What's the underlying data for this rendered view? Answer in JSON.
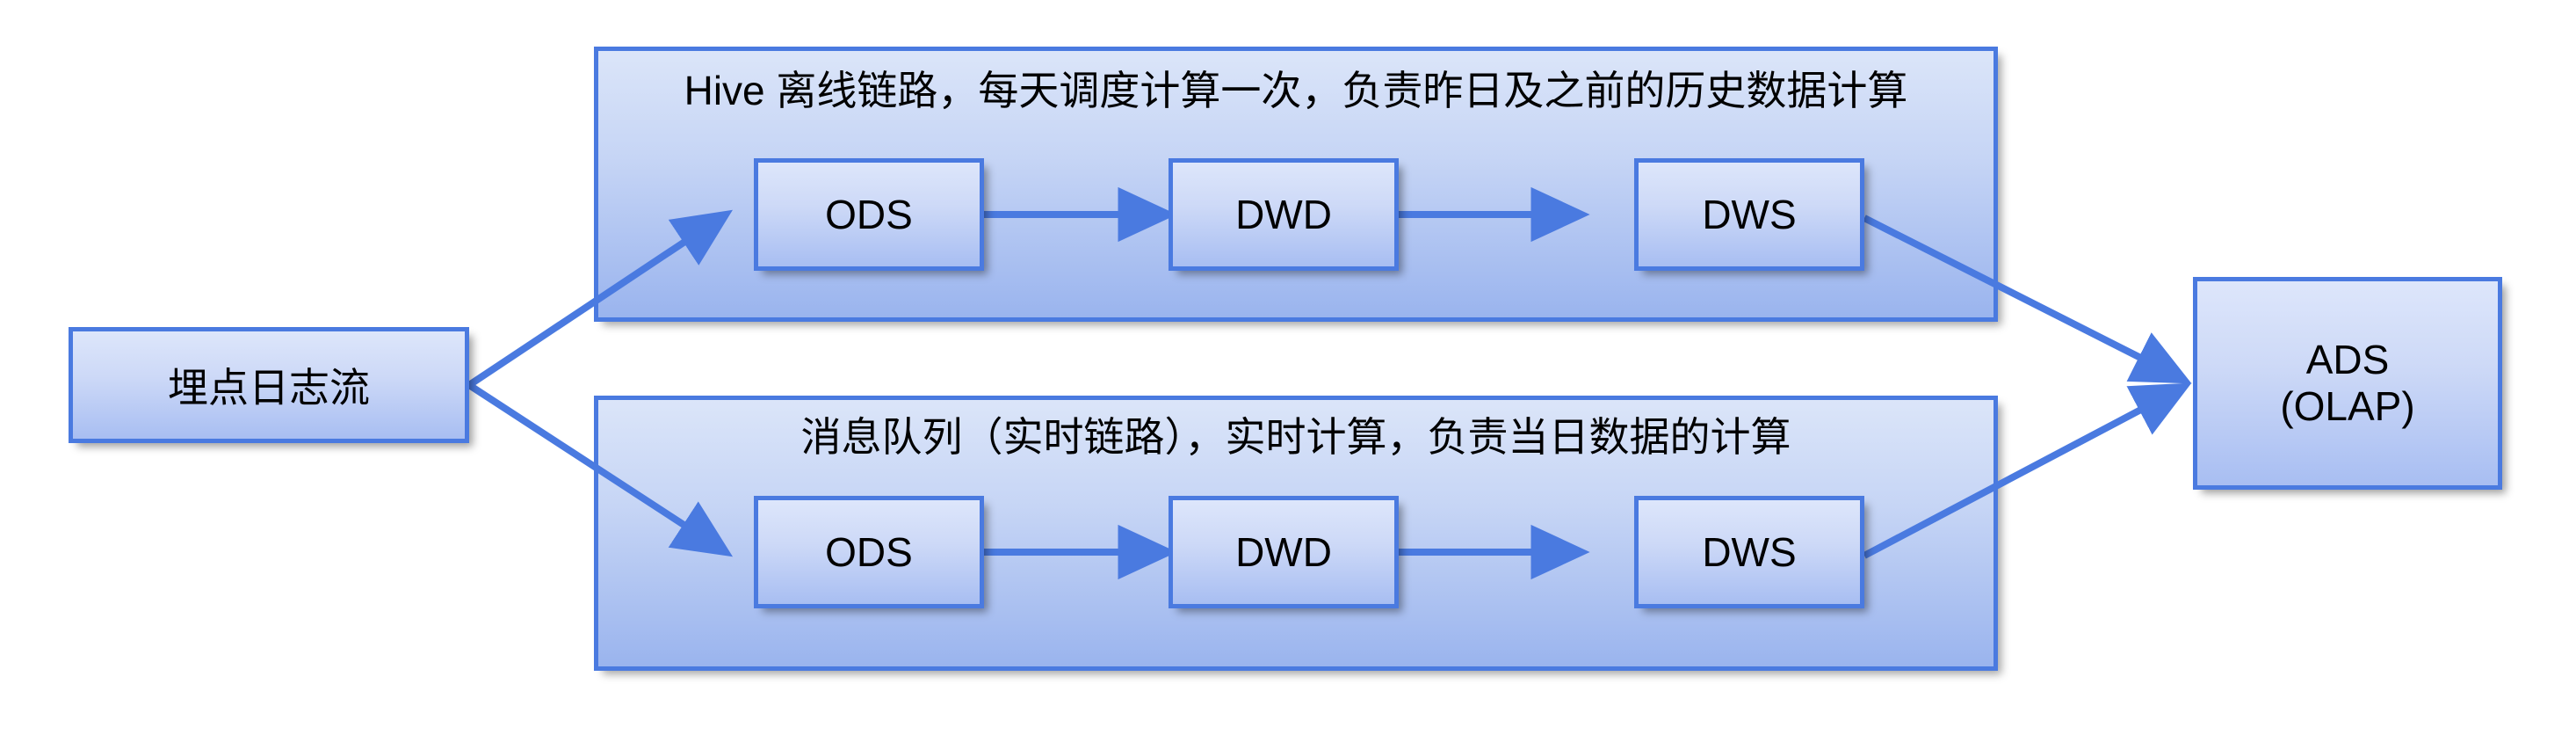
{
  "diagram": {
    "title": "Lambda architecture data warehouse flow",
    "accent_color": "#4a7ae0",
    "node_fill_top": "#dde6fb",
    "node_fill_bottom": "#a8bef2",
    "lane_fill_top": "#dbe5f9",
    "lane_fill_bottom": "#9ab4ee",
    "text_color": "#000000",
    "background": "#ffffff"
  },
  "source": {
    "label": "埋点日志流"
  },
  "sink": {
    "label_line1": "ADS",
    "label_line2": "(OLAP)"
  },
  "lanes": [
    {
      "id": "offline",
      "title": "Hive 离线链路，每天调度计算一次，负责昨日及之前的历史数据计算",
      "stages": [
        {
          "label": "ODS"
        },
        {
          "label": "DWD"
        },
        {
          "label": "DWS"
        }
      ]
    },
    {
      "id": "realtime",
      "title": "消息队列（实时链路），实时计算，负责当日数据的计算",
      "stages": [
        {
          "label": "ODS"
        },
        {
          "label": "DWD"
        },
        {
          "label": "DWS"
        }
      ]
    }
  ],
  "edges": [
    {
      "from": "埋点日志流",
      "to": "ODS (offline)",
      "style": "arrow"
    },
    {
      "from": "埋点日志流",
      "to": "ODS (realtime)",
      "style": "arrow"
    },
    {
      "from": "ODS (offline)",
      "to": "DWD (offline)",
      "style": "arrow"
    },
    {
      "from": "DWD (offline)",
      "to": "DWS (offline)",
      "style": "arrow"
    },
    {
      "from": "ODS (realtime)",
      "to": "DWD (realtime)",
      "style": "arrow"
    },
    {
      "from": "DWD (realtime)",
      "to": "DWS (realtime)",
      "style": "arrow"
    },
    {
      "from": "DWS (offline)",
      "to": "ADS (OLAP)",
      "style": "arrow"
    },
    {
      "from": "DWS (realtime)",
      "to": "ADS (OLAP)",
      "style": "arrow"
    }
  ]
}
